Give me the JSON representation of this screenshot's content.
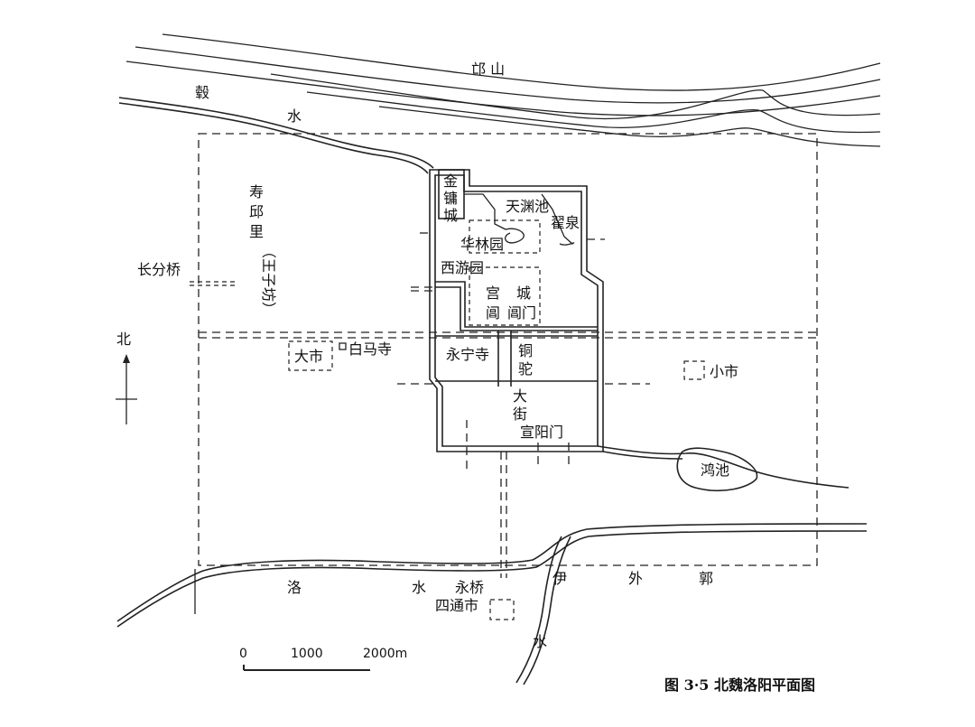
{
  "map": {
    "caption": "图 3·5 北魏洛阳平面图",
    "labels": {
      "mangshan": "邙 山",
      "gushui_1": "毂",
      "gushui_2": "水",
      "shouqiuli_1": "寿",
      "shouqiuli_2": "邱",
      "shouqiuli_3": "里",
      "wangzifang": "（王子坊）",
      "changfenqiao": "长分桥",
      "jinyongcheng_1": "金",
      "jinyongcheng_2": "镛",
      "jinyongcheng_3": "城",
      "tianyuanchi": "天渊池",
      "diquan": "翟泉",
      "hualinyuan": "华林园",
      "xiyouyuan": "西游园",
      "gong_1": "宫",
      "gong_2": "阊",
      "cheng_1": "城",
      "cheng_2": "阊门",
      "dashi": "大市",
      "baimasi": "白马寺",
      "yongningsi": "永宁寺",
      "tongtuo_1": "铜",
      "tongtuo_2": "驼",
      "dajie_1": "大",
      "dajie_2": "街",
      "xuanyangmen": "宣阳门",
      "xiaoshi": "小市",
      "hongchi": "鸿池",
      "luoshui_1": "洛",
      "luoshui_2": "水",
      "yongqiao": "永桥",
      "sitongshi": "四通市",
      "yi": "伊",
      "waiguo_1": "外",
      "waiguo_2": "郭",
      "yishui": "水",
      "north": "北"
    },
    "scale_bar": {
      "ticks": [
        "0",
        "1000",
        "2000m"
      ]
    }
  }
}
